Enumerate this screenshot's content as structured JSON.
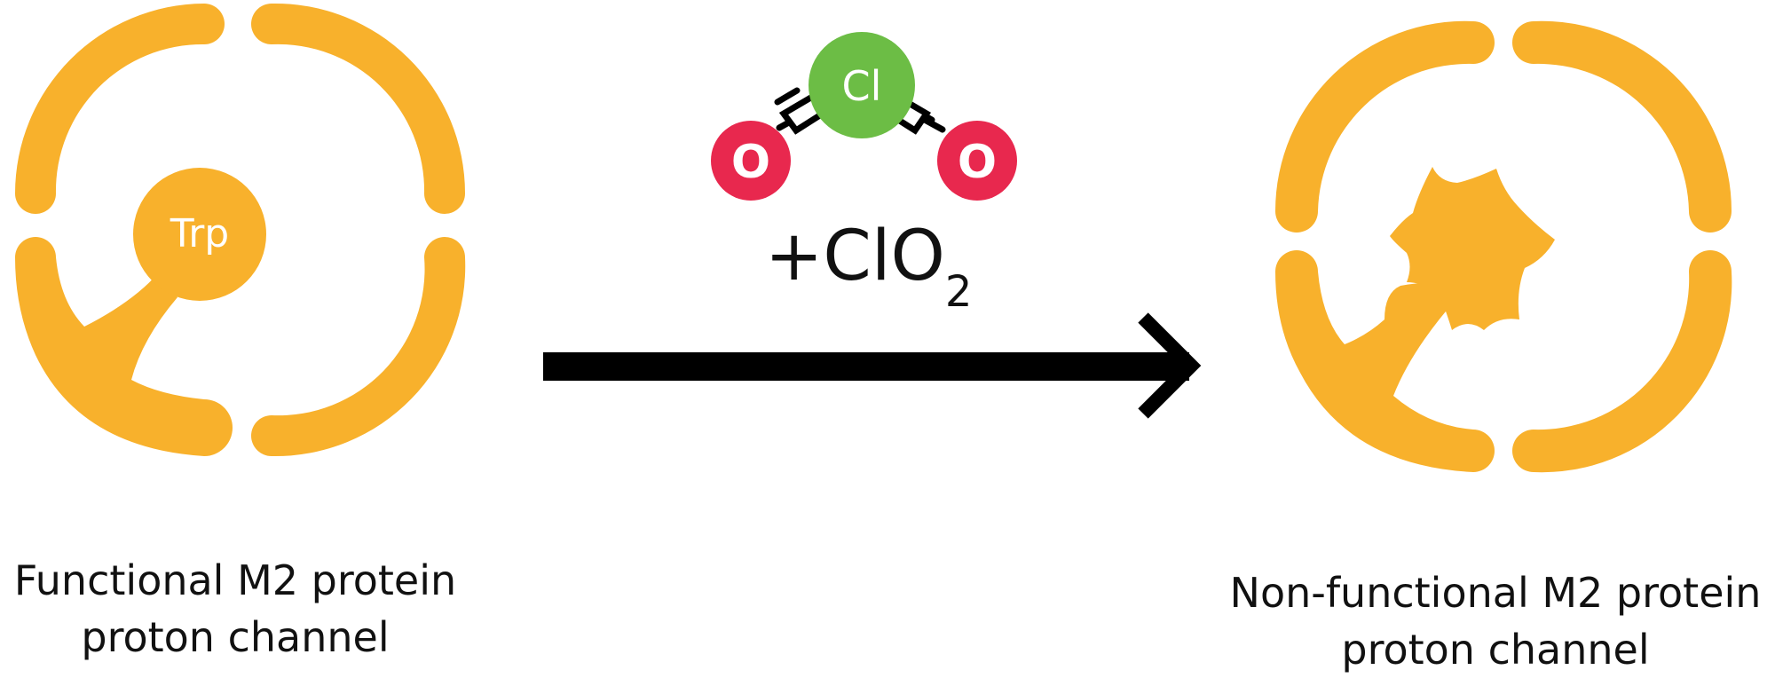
{
  "colors": {
    "protein": "#f8b12c",
    "chlorine_atom": "#6cbd45",
    "oxygen_atom": "#e8284e",
    "arrow": "#000000",
    "text": "#111111",
    "atom_text": "#ffffff"
  },
  "left_channel": {
    "residue_label": "Trp",
    "caption_line1": "Functional M2 protein",
    "caption_line2": "proton channel"
  },
  "molecule": {
    "center_atom": "Cl",
    "left_atom": "O",
    "right_atom": "O",
    "formula_main": "+ClO",
    "formula_subscript": "2"
  },
  "right_channel": {
    "caption_line1": "Non-functional M2 protein",
    "caption_line2": "proton channel"
  },
  "icons": {
    "reaction_arrow": "right-arrow-icon",
    "damaged_residue": "irregular-blob-icon"
  }
}
